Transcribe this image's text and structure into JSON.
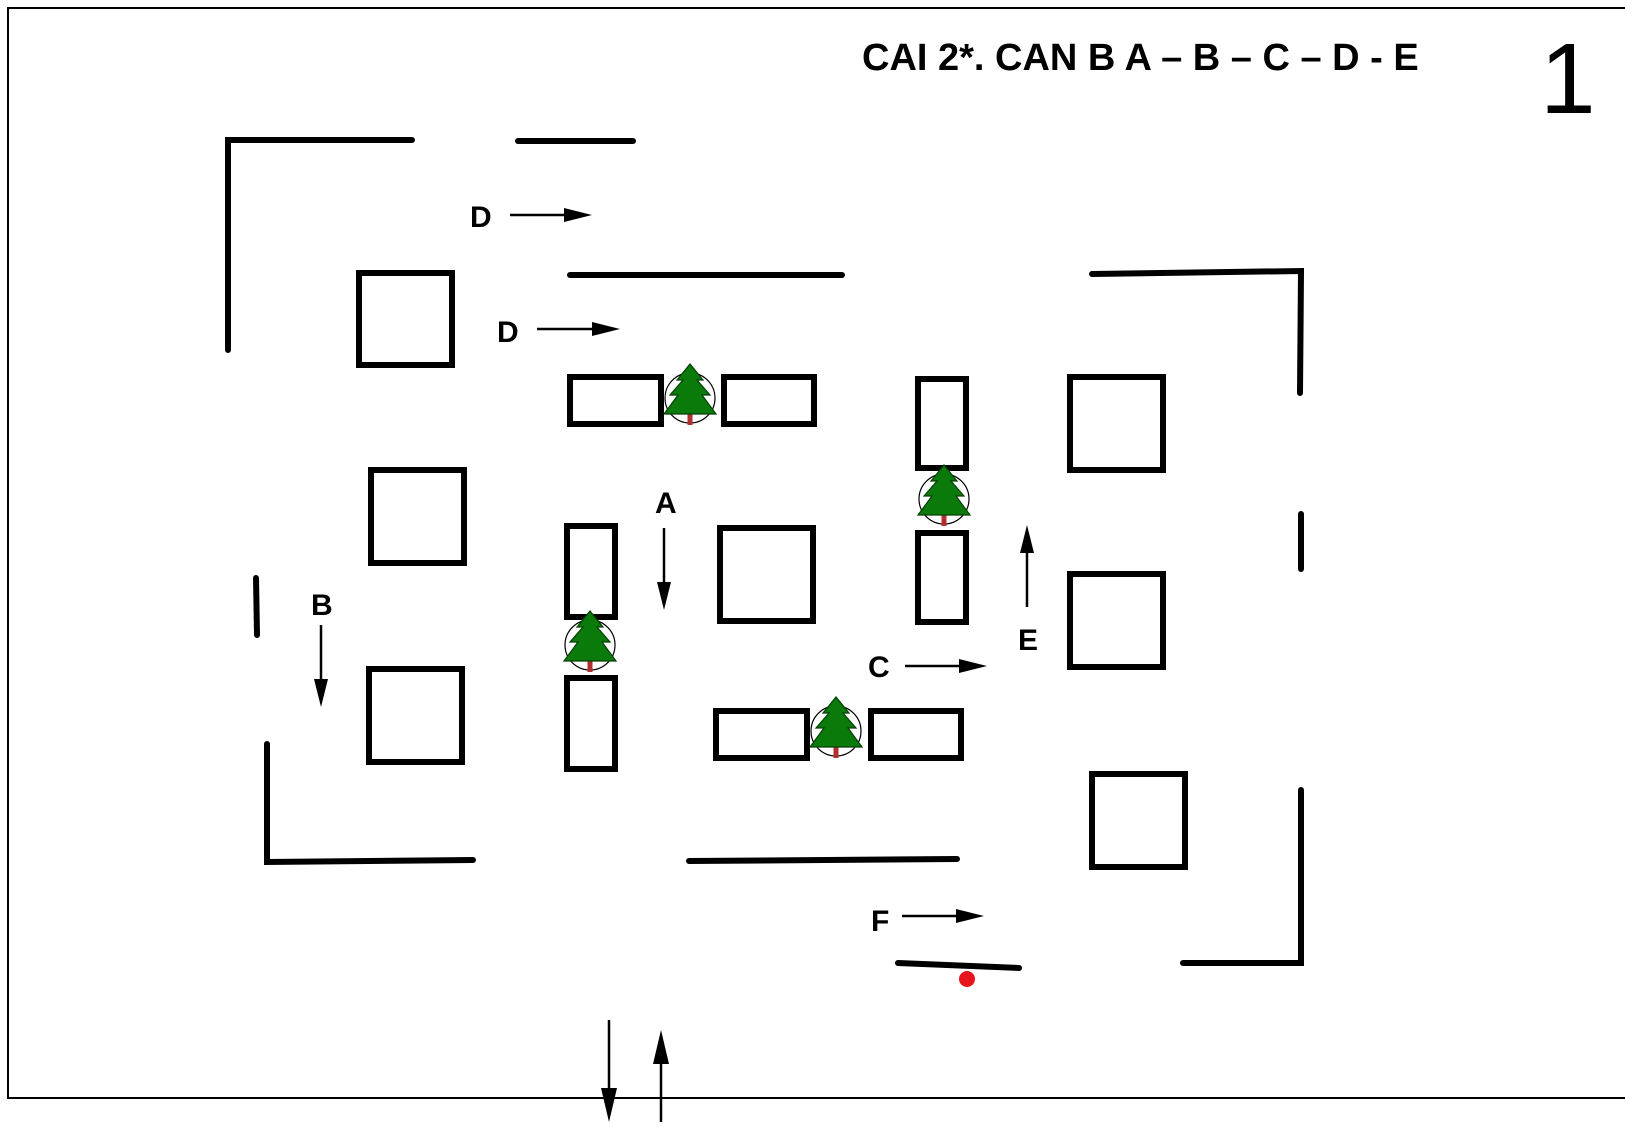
{
  "header": {
    "title": "CAI 2*. CAN B  A – B – C – D - E",
    "page_number": "1"
  },
  "labels": {
    "d_top": "D",
    "d_second": "D",
    "a": "A",
    "b": "B",
    "c": "C",
    "e": "E",
    "f": "F"
  },
  "icons": {
    "tree": "tree-icon",
    "start_marker": "red-dot-icon",
    "arrow": "arrow-icon"
  },
  "colors": {
    "ink": "#000000",
    "tree": "#0a7a0a",
    "trunk": "#b03030",
    "marker": "#e8141c"
  }
}
